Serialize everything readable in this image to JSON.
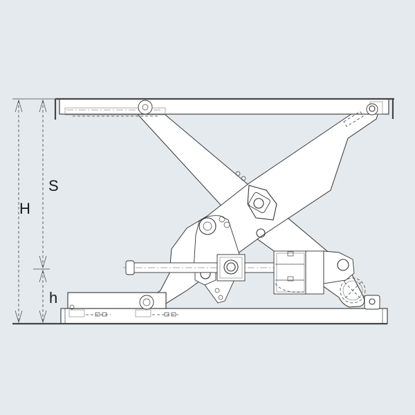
{
  "diagram": {
    "subject": "Scissor lift table side elevation",
    "background_color": "#e5eaee",
    "line_color": "#333333",
    "fill_color": "#ffffff",
    "dimensions": {
      "H": {
        "label": "H",
        "meaning": "overall raised height"
      },
      "S": {
        "label": "S",
        "meaning": "stroke"
      },
      "h": {
        "label": "h",
        "meaning": "lowered height"
      }
    },
    "components": [
      "top-platform",
      "base-frame",
      "scissor-arm-outer",
      "scissor-arm-inner",
      "hydraulic-cylinder",
      "cylinder-bracket",
      "motor-pump-unit",
      "pivot-pins",
      "roller-guides"
    ]
  }
}
